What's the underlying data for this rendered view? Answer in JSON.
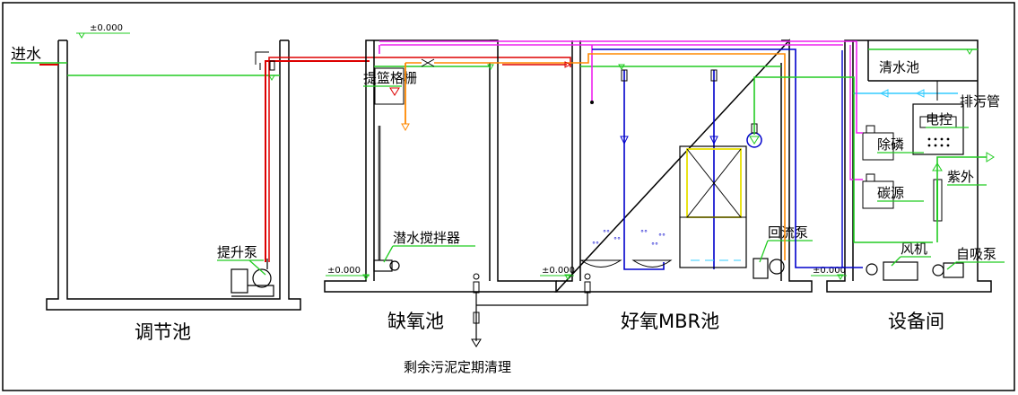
{
  "labels": {
    "inlet": "进水",
    "level_mark": "±0.000",
    "lift_pump": "提升泵",
    "basket_screen": "提篮格栅",
    "submersible_mixer": "潜水搅拌器",
    "reflux_pump": "回流泵",
    "clear_water_tank": "清水池",
    "sewage_pipe": "排污管",
    "electric_control": "电控",
    "phosphorus_removal": "除磷",
    "carbon_source": "碳源",
    "uv": "紫外",
    "blower": "风机",
    "self_priming_pump": "自吸泵",
    "sludge_note": "剩余污泥定期清理"
  },
  "tanks": {
    "regulating": "调节池",
    "anoxic": "缺氧池",
    "aerobic_mbr": "好氧MBR池",
    "equipment_room": "设备间"
  },
  "colors": {
    "water_level": "#22cc22",
    "raw_water_pipe": "#dd0000",
    "purple_pipe": "#ee22ee",
    "orange_pipe": "#ff8800",
    "blue_pipe": "#0000cc",
    "cyan_pipe": "#33ccff",
    "membrane_frame": "#e8e000"
  }
}
